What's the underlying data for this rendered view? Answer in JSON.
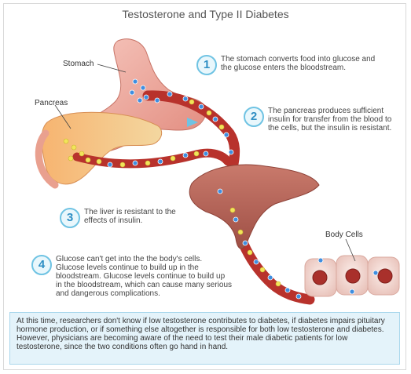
{
  "title": "Testosterone and Type II Diabetes",
  "labels": {
    "stomach": "Stomach",
    "pancreas": "Pancreas",
    "body_cells": "Body Cells"
  },
  "steps": [
    {
      "number": "1",
      "text": "The stomach converts food into glucose and the glucose enters the bloodstream."
    },
    {
      "number": "2",
      "text": "The pancreas produces sufficient insulin for transfer from the blood to the cells, but the insulin is resistant."
    },
    {
      "number": "3",
      "text": "The liver is resistant to the effects of insulin."
    },
    {
      "number": "4",
      "text": "Glucose can't get into the the body's cells. Glucose levels continue to build up in the bloodstream. Glucose levels continue to build up in the bloodstream, which can cause many serious and dangerous complications."
    }
  ],
  "footnote": "At this time, researchers don't know if low testosterone contributes to diabetes, if diabetes impairs pituitary hormone production, or if something else altogether is responsible for both low testosterone and diabetes. However, physicians are becoming aware of the need to test their male diabetic patients for low testosterone, since the two conditions often go hand in hand.",
  "colors": {
    "badge_border": "#6fc3e3",
    "badge_number": "#2f8fc4",
    "vessel": "#b8322c",
    "glucose": "#3f8ee0",
    "insulin": "#f2e45a",
    "info_bg": "#e4f3fa"
  }
}
